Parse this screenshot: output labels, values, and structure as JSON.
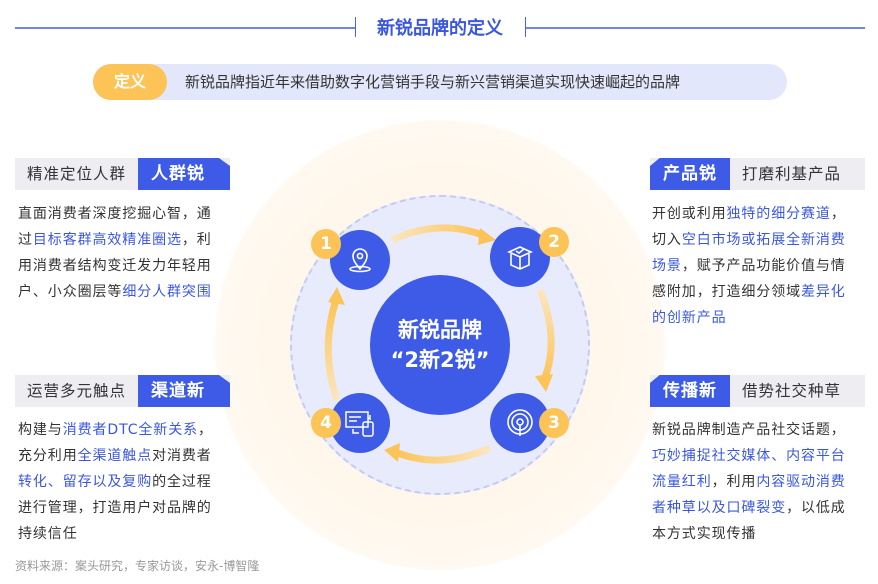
{
  "title": "新锐品牌的定义",
  "definition": {
    "tag": "定义",
    "text": "新锐品牌指近年来借助数字化营销手段与新兴营销渠道实现快速崛起的品牌"
  },
  "center": {
    "line1": "新锐品牌",
    "line2": "“2新2锐”"
  },
  "nodes": [
    {
      "num": "1",
      "icon": "location-pin-icon"
    },
    {
      "num": "2",
      "icon": "box-check-icon"
    },
    {
      "num": "3",
      "icon": "signal-broadcast-icon"
    },
    {
      "num": "4",
      "icon": "devices-sync-icon"
    }
  ],
  "colors": {
    "accent": "#3d5be6",
    "highlight": "#3b57e0",
    "badge": "#fcc357"
  },
  "panels": [
    {
      "plain": "精准定位人群",
      "accent": "人群锐",
      "lines": [
        [
          {
            "t": "直面消费者深度挖掘心智，通",
            "h": false
          }
        ],
        [
          {
            "t": "过",
            "h": false
          },
          {
            "t": "目标客群高效精准圈选",
            "h": true
          },
          {
            "t": "，利",
            "h": false
          }
        ],
        [
          {
            "t": "用消费者结构变迁发力年轻用",
            "h": false
          }
        ],
        [
          {
            "t": "户、小众圈层等",
            "h": false
          },
          {
            "t": "细分人群突围",
            "h": true
          }
        ]
      ]
    },
    {
      "plain": "打磨利基产品",
      "accent": "产品锐",
      "lines": [
        [
          {
            "t": "开创或利用",
            "h": false
          },
          {
            "t": "独特的细分赛道",
            "h": true
          },
          {
            "t": "，",
            "h": false
          }
        ],
        [
          {
            "t": "切入",
            "h": false
          },
          {
            "t": "空白市场或拓展全新消费",
            "h": true
          }
        ],
        [
          {
            "t": "场景",
            "h": true
          },
          {
            "t": "，赋予产品功能价值与情",
            "h": false
          }
        ],
        [
          {
            "t": "感附加，打造细分领域",
            "h": false
          },
          {
            "t": "差异化",
            "h": true
          }
        ],
        [
          {
            "t": "的创新产品",
            "h": true
          }
        ]
      ]
    },
    {
      "plain": "运营多元触点",
      "accent": "渠道新",
      "lines": [
        [
          {
            "t": "构建与",
            "h": false
          },
          {
            "t": "消费者DTC全新关系",
            "h": true
          },
          {
            "t": "，",
            "h": false
          }
        ],
        [
          {
            "t": "充分利用",
            "h": false
          },
          {
            "t": "全渠道触点",
            "h": true
          },
          {
            "t": "对消费者",
            "h": false
          }
        ],
        [
          {
            "t": "转化、留存以及复购",
            "h": true
          },
          {
            "t": "的全过程",
            "h": false
          }
        ],
        [
          {
            "t": "进行管理，打造用户对品牌的",
            "h": false
          }
        ],
        [
          {
            "t": "持续信任",
            "h": false
          }
        ]
      ]
    },
    {
      "plain": "借势社交种草",
      "accent": "传播新",
      "lines": [
        [
          {
            "t": "新锐品牌制造产品社交话题，",
            "h": false
          }
        ],
        [
          {
            "t": "巧妙捕捉社交媒体、内容平台",
            "h": true
          }
        ],
        [
          {
            "t": "流量红利",
            "h": true
          },
          {
            "t": "，利用",
            "h": false
          },
          {
            "t": "内容驱动消费",
            "h": true
          }
        ],
        [
          {
            "t": "者种草以及口碑裂变",
            "h": true
          },
          {
            "t": "，以低成",
            "h": false
          }
        ],
        [
          {
            "t": "本方式实现传播",
            "h": false
          }
        ]
      ]
    }
  ],
  "source": "资料来源：案头研究，专家访谈，安永-博智隆"
}
